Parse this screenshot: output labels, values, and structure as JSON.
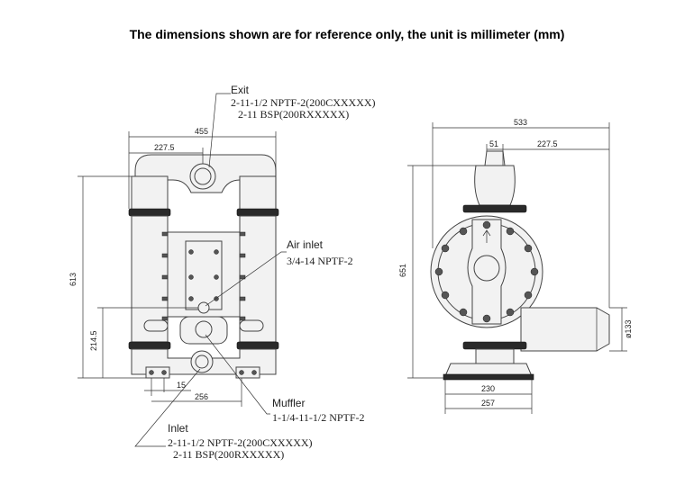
{
  "title": "The dimensions shown are for reference only, the unit is millimeter (mm)",
  "front": {
    "dims": {
      "width_total": "455",
      "half_width": "227.5",
      "height": "613",
      "air_height": "214.5",
      "foot_offset": "15",
      "foot_span": "256"
    }
  },
  "side": {
    "dims": {
      "width_total": "533",
      "outlet_offset": "51",
      "half_width": "227.5",
      "height": "651",
      "muffler_dia": "ø133",
      "base_inner": "230",
      "base_outer": "257"
    }
  },
  "callouts": {
    "exit": {
      "label": "Exit",
      "spec1": "2-11-1/2 NPTF-2(200CXXXXX)",
      "spec2": "2-11 BSP(200RXXXXX)"
    },
    "air_inlet": {
      "label": "Air inlet",
      "spec": "3/4-14 NPTF-2"
    },
    "muffler": {
      "label": "Muffler",
      "spec": "1-1/4-11-1/2 NPTF-2"
    },
    "inlet": {
      "label": "Inlet",
      "spec1": "2-11-1/2 NPTF-2(200CXXXXX)",
      "spec2": "2-11 BSP(200RXXXXX)"
    }
  }
}
